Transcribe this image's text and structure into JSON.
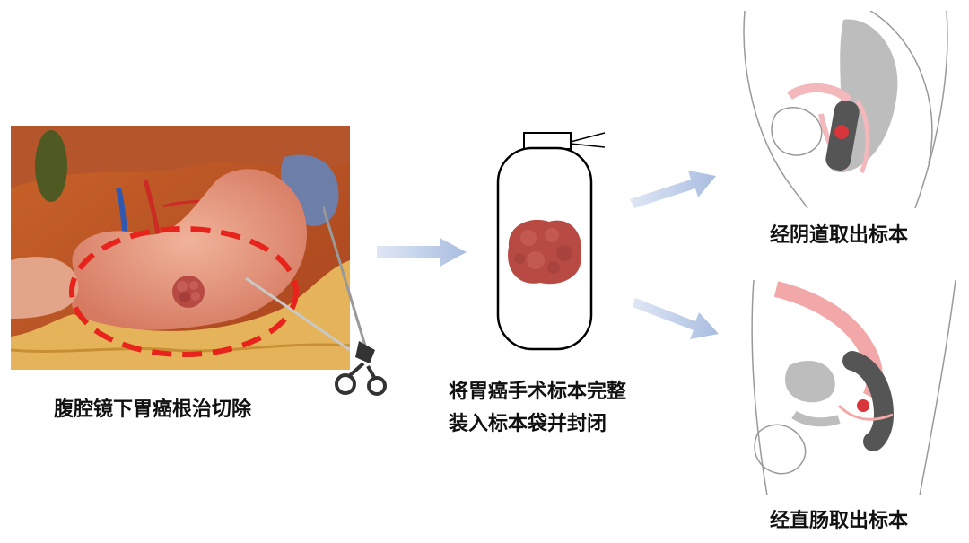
{
  "steps": {
    "step1_caption": "腹腔镜下胃癌根治切除",
    "step2_caption_line1": "将胃癌手术标本完整",
    "step2_caption_line2": "装入标本袋并封闭",
    "route_vaginal": "经阴道取出标本",
    "route_rectal": "经直肠取出标本"
  },
  "colors": {
    "arrow": "#a9bde0",
    "tumor": "#b84a44",
    "dashed_outline": "#e8231c",
    "anatomy_gray": "#bdbdbd"
  }
}
